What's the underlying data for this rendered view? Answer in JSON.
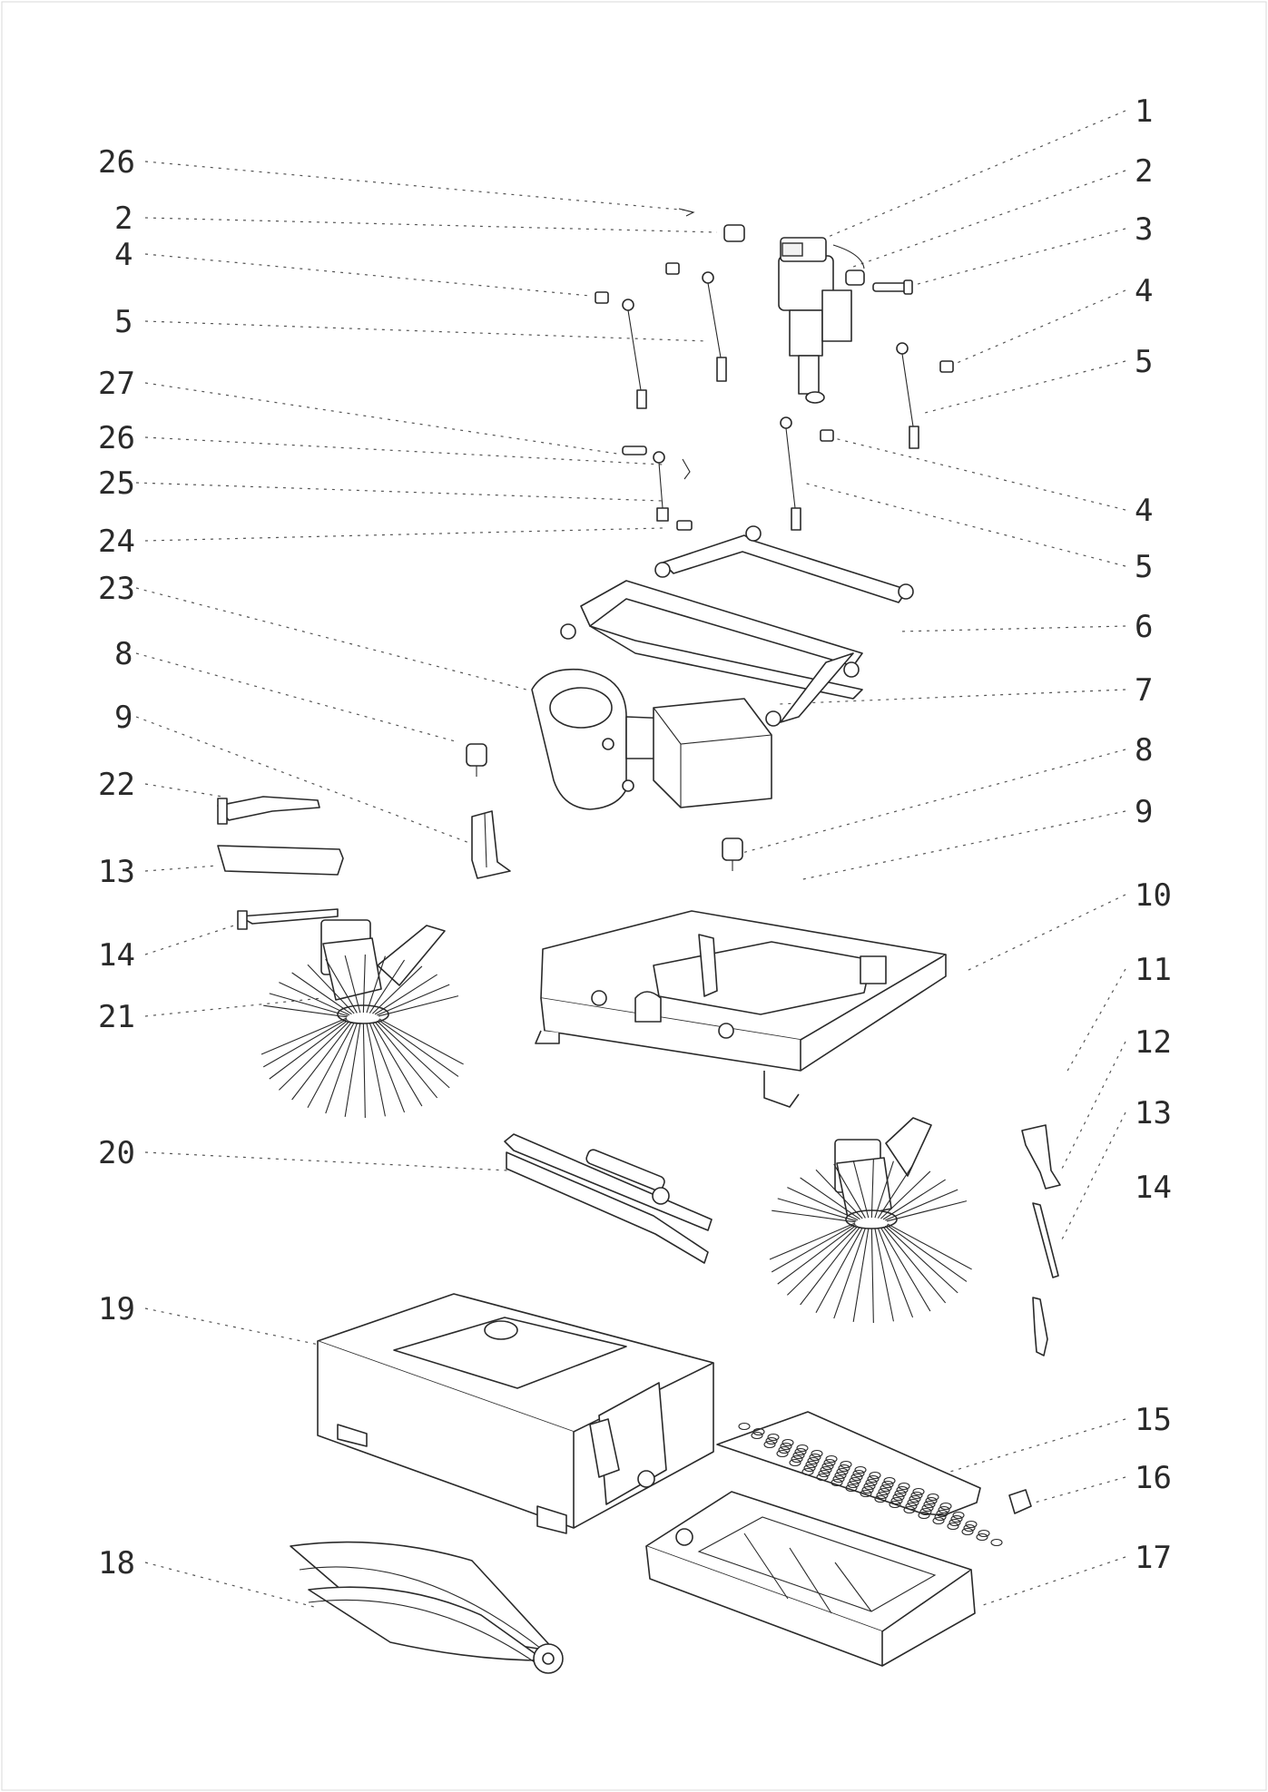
{
  "callouts_left": [
    {
      "id": "c26a",
      "label": "26"
    },
    {
      "id": "c2a",
      "label": "2"
    },
    {
      "id": "c4a",
      "label": "4"
    },
    {
      "id": "c5a",
      "label": "5"
    },
    {
      "id": "c27",
      "label": "27"
    },
    {
      "id": "c26b",
      "label": "26"
    },
    {
      "id": "c25",
      "label": "25"
    },
    {
      "id": "c24",
      "label": "24"
    },
    {
      "id": "c23",
      "label": "23"
    },
    {
      "id": "c8a",
      "label": "8"
    },
    {
      "id": "c9a",
      "label": "9"
    },
    {
      "id": "c22",
      "label": "22"
    },
    {
      "id": "c13a",
      "label": "13"
    },
    {
      "id": "c14a",
      "label": "14"
    },
    {
      "id": "c21",
      "label": "21"
    },
    {
      "id": "c20",
      "label": "20"
    },
    {
      "id": "c19",
      "label": "19"
    },
    {
      "id": "c18",
      "label": "18"
    }
  ],
  "callouts_right": [
    {
      "id": "c1",
      "label": "1"
    },
    {
      "id": "c2b",
      "label": "2"
    },
    {
      "id": "c3",
      "label": "3"
    },
    {
      "id": "c4b",
      "label": "4"
    },
    {
      "id": "c5b",
      "label": "5"
    },
    {
      "id": "c4c",
      "label": "4"
    },
    {
      "id": "c5c",
      "label": "5"
    },
    {
      "id": "c6",
      "label": "6"
    },
    {
      "id": "c7",
      "label": "7"
    },
    {
      "id": "c8b",
      "label": "8"
    },
    {
      "id": "c9b",
      "label": "9"
    },
    {
      "id": "c10",
      "label": "10"
    },
    {
      "id": "c11",
      "label": "11"
    },
    {
      "id": "c12",
      "label": "12"
    },
    {
      "id": "c13b",
      "label": "13"
    },
    {
      "id": "c14b",
      "label": "14"
    },
    {
      "id": "c15",
      "label": "15"
    },
    {
      "id": "c16",
      "label": "16"
    },
    {
      "id": "c17",
      "label": "17"
    }
  ]
}
